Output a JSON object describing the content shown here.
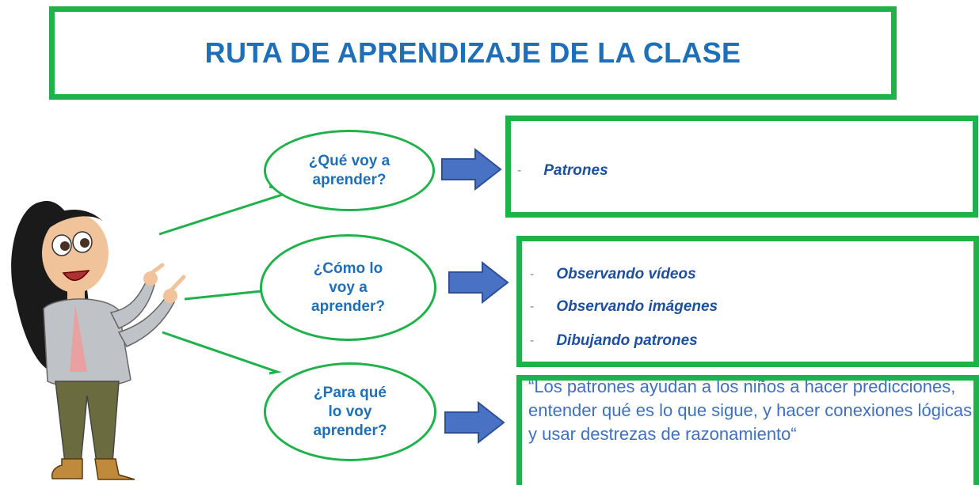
{
  "title": "RUTA DE APRENDIZAJE DE LA CLASE",
  "questions": [
    {
      "lines": [
        "¿Qué voy a",
        "aprender?"
      ]
    },
    {
      "lines": [
        "¿Cómo lo",
        "voy a",
        "aprender?"
      ]
    },
    {
      "lines": [
        "¿Para qué",
        "lo voy",
        "aprender?"
      ]
    }
  ],
  "answers": {
    "what": {
      "bullet": "-",
      "items": [
        "Patrones"
      ]
    },
    "how": {
      "bullet": "-",
      "items": [
        "Observando vídeos",
        "Observando imágenes",
        "Dibujando patrones"
      ]
    },
    "why": {
      "quote": "“Los patrones ayudan a los niños a hacer predicciones, entender qué es lo que sigue, y hacer conexiones lógicas y usar destrezas de razonamiento“"
    }
  },
  "colors": {
    "border": "#1fb14a",
    "title": "#1f6fb8",
    "arrow": "#4a72c4"
  },
  "icons": [
    "teacher-avatar",
    "right-arrow-icon"
  ]
}
